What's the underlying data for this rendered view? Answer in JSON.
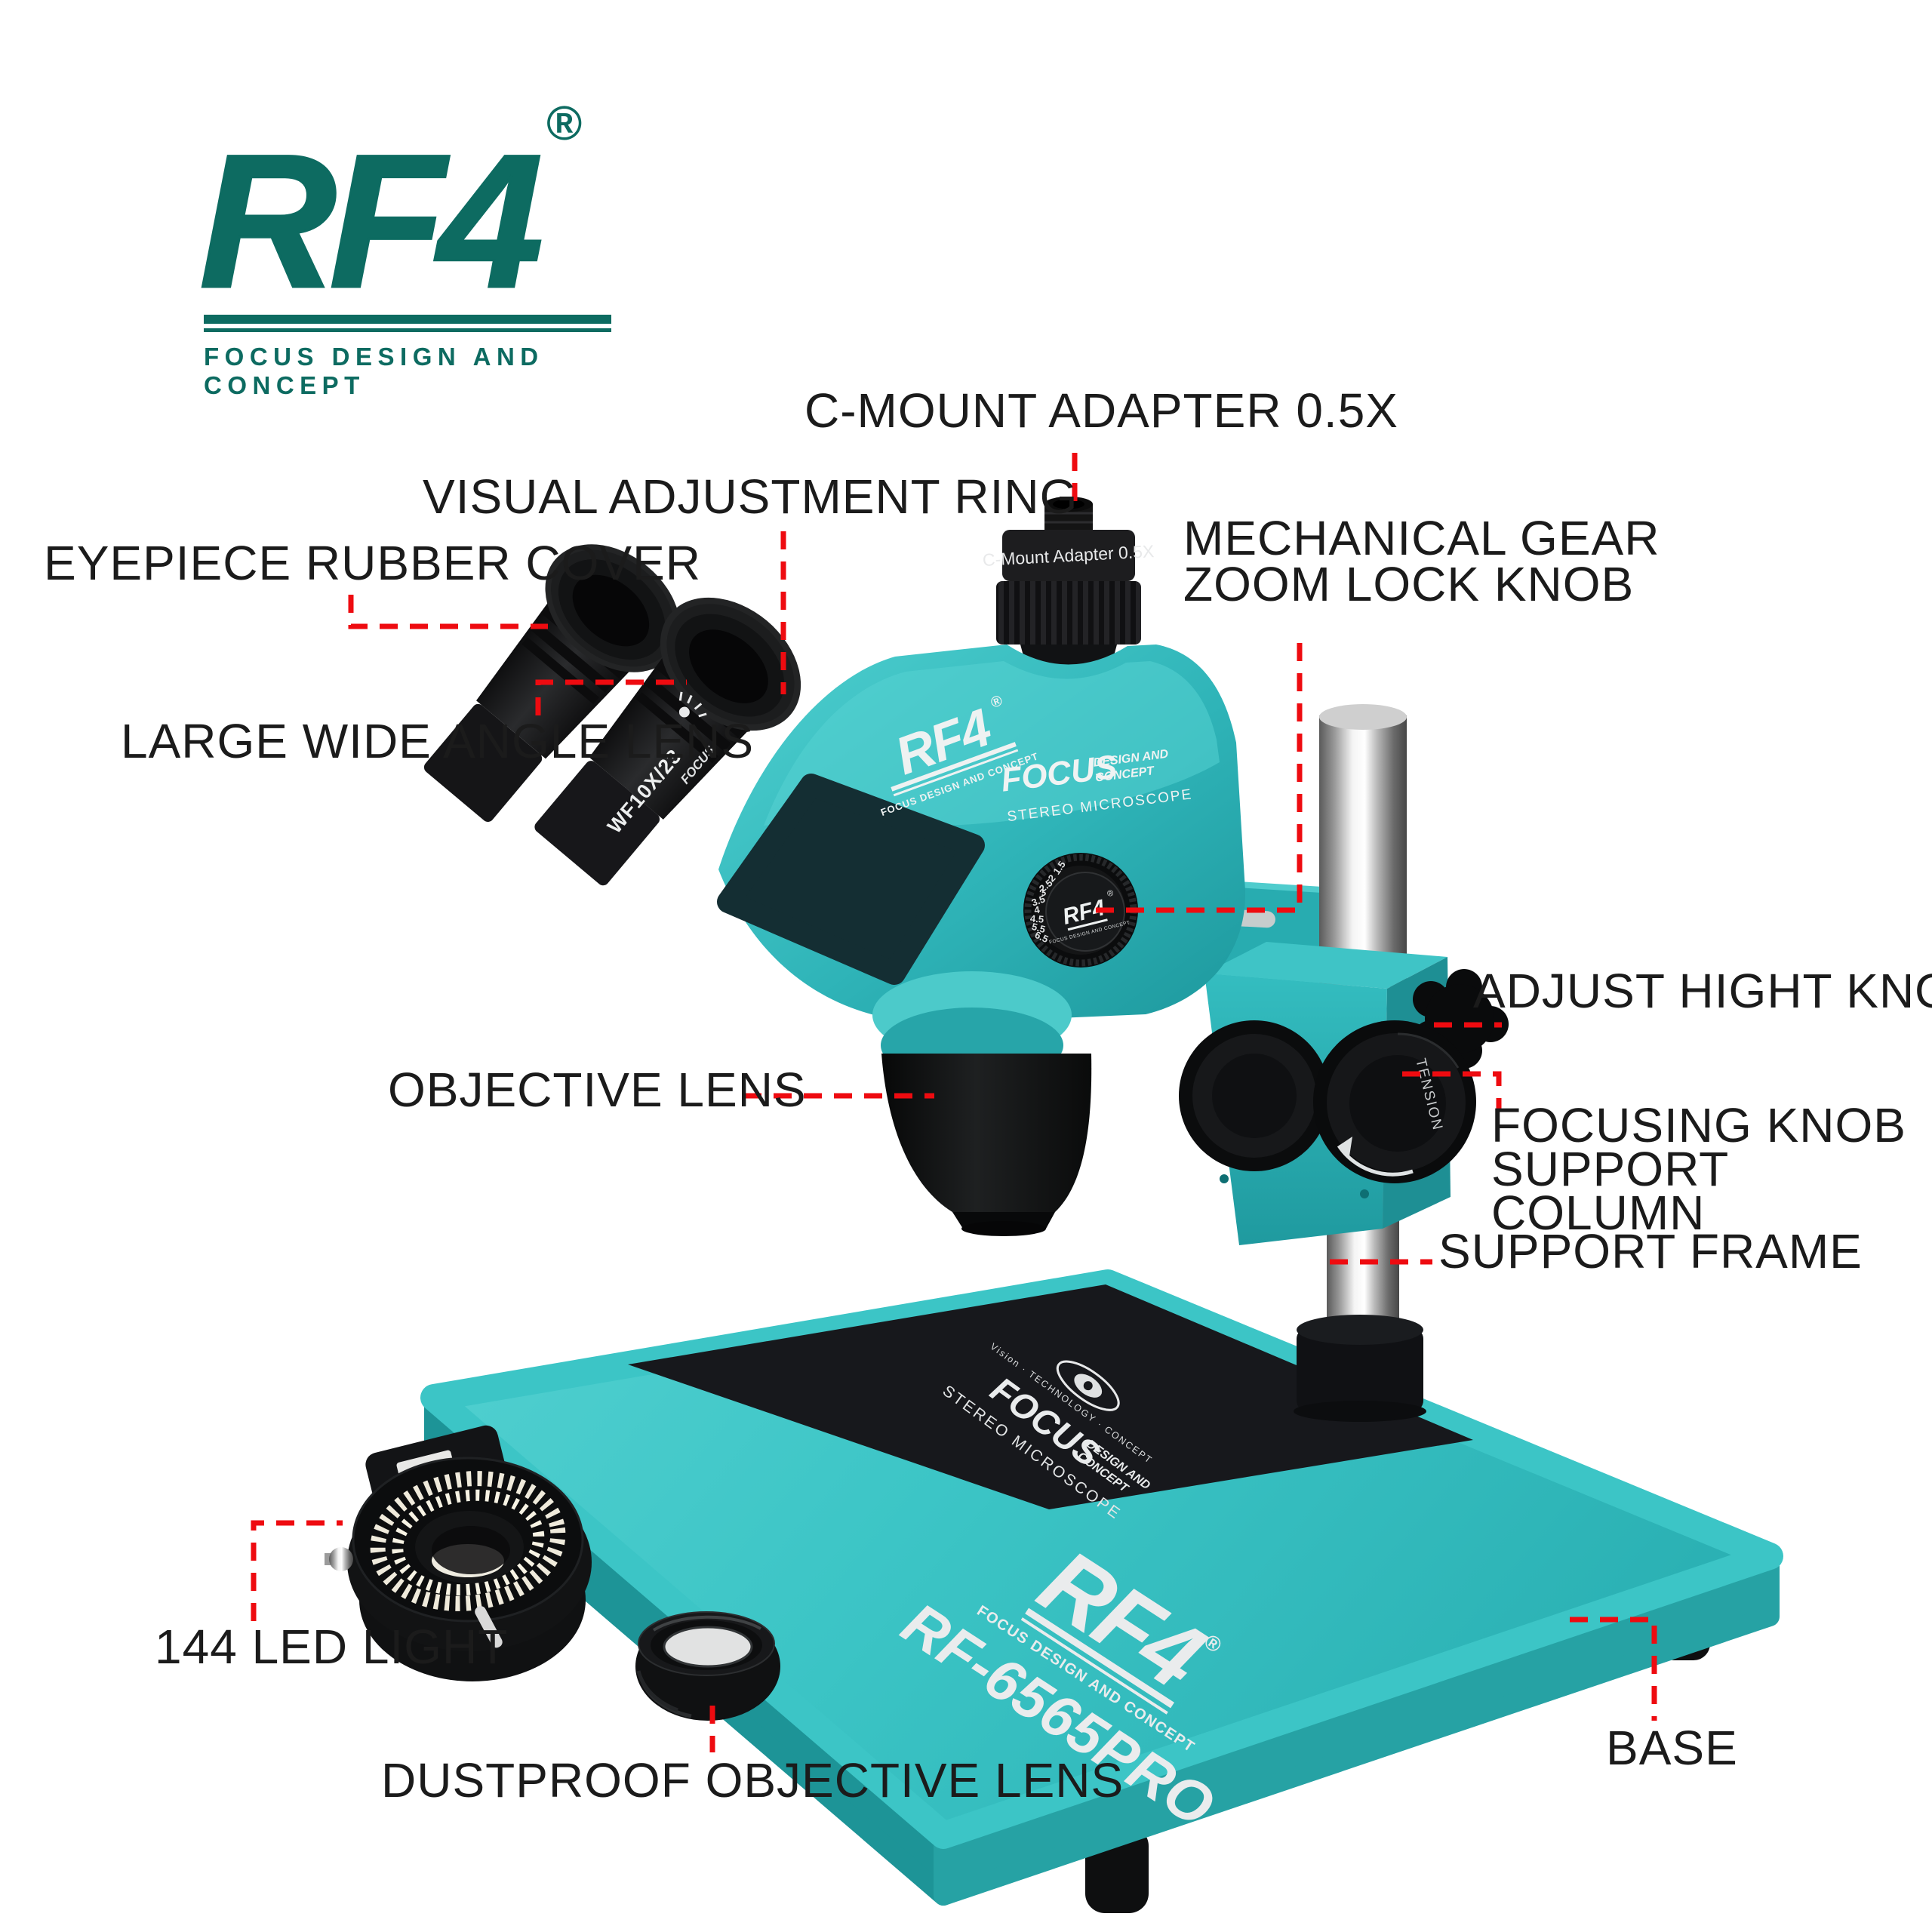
{
  "brand_logo": {
    "brand": "RF4",
    "registered": "®",
    "tagline": "FOCUS DESIGN AND CONCEPT"
  },
  "callouts": {
    "c_mount": "C-MOUNT ADAPTER 0.5X",
    "visual_ring": "VISUAL ADJUSTMENT RING",
    "eyepiece_cover": "EYEPIECE RUBBER COVER",
    "wide_angle": "LARGE WIDE ANGLE LENS",
    "mech_gear_line1": "MECHANICAL GEAR",
    "mech_gear_line2": "ZOOM LOCK KNOB",
    "adjust_height": "ADJUST HIGHT KNOB",
    "objective": "OBJECTIVE LENS",
    "focusing_line1": "FOCUSING KNOB",
    "focusing_line2": "SUPPORT COLUMN",
    "support_frame": "SUPPORT FRAME",
    "led_light": "144 LED LIGHT",
    "dustproof": "DUSTPROOF OBJECTIVE LENS",
    "base": "BASE"
  },
  "device": {
    "c_mount_text": "C-Mount Adapter 0.5X",
    "eyepiece_text": "WF10X/23",
    "eyepiece_brand": "FOCUS",
    "head_brand": "RF4",
    "head_registered": "®",
    "head_tagline": "FOCUS DESIGN AND CONCEPT",
    "head_front_brand": "FOCUS",
    "head_front_sub1": "DESIGN AND",
    "head_front_sub2": "CONCEPT",
    "head_front_type": "STEREO MICROSCOPE",
    "zoom_dial": [
      "1.5",
      "2",
      "2.5",
      "3",
      "3.5",
      "4",
      "4.5",
      "5.5",
      "6.5"
    ],
    "zoom_knob_brand": "RF4",
    "zoom_knob_registered": "®",
    "zoom_knob_sub": "FOCUS DESIGN AND CONCEPT",
    "tension_text": "TENSION",
    "plate_vision": "Vision · TECHNOLOGY · CONCEPT",
    "plate_brand": "FOCUS",
    "plate_sub1": "DESIGN AND",
    "plate_sub2": "CONCEPT",
    "plate_type": "STEREO MICROSCOPE",
    "base_brand": "RF4",
    "base_registered": "®",
    "base_tagline": "FOCUS DESIGN AND CONCEPT",
    "base_model": "RF-6565PRO"
  },
  "colors": {
    "brand_teal": "#0d6b61",
    "device_teal": "#2fb4b8",
    "device_teal_light": "#55d2d2",
    "device_teal_dark": "#1d989d",
    "base_top": "#3cc5c6",
    "leader_red": "#ee0b10",
    "label_text": "#1b1b1b",
    "black_part": "#121314",
    "chrome_light": "#f4f4f4"
  }
}
